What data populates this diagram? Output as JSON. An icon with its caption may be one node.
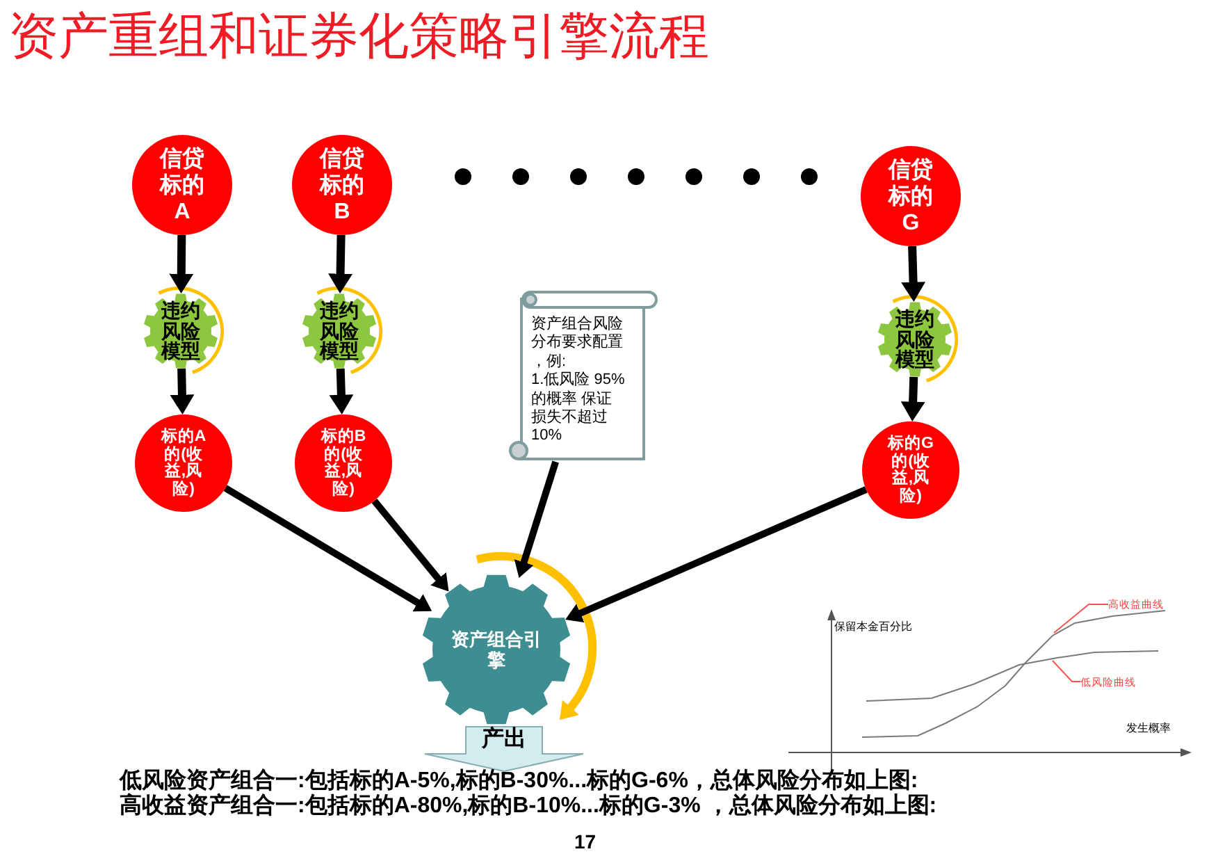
{
  "diagram": {
    "title": "资产重组和证券化策略引擎流程",
    "nodes": [
      {
        "text": [
          "信贷标的A"
        ]
      },
      {
        "text": [
          "信贷标的B"
        ]
      },
      {
        "text": [
          "信贷标的G"
        ]
      },
      {
        "text": [
          "违约风险模型"
        ]
      },
      {
        "text": [
          "违约风险模型"
        ]
      },
      {
        "text": [
          "违约风险模型"
        ]
      },
      {
        "text": [
          "标的A的(收益,风险)"
        ]
      },
      {
        "text": [
          "标的B的(收益,风险)"
        ]
      },
      {
        "text": [
          "标的G的(收益,风险)"
        ]
      },
      {
        "text": [
          "资产组合风险分布要求配置，例:",
          "1.低风险 95%的概率 保证损失不超过10%"
        ]
      },
      {
        "text": [
          "资产组合引擎"
        ]
      },
      {
        "text": [
          "产出"
        ]
      },
      {
        "text": [
          "高收益曲线"
        ]
      },
      {
        "text": [
          "低风险曲线"
        ]
      }
    ],
    "edges": [
      {
        "from": 0,
        "to": 3,
        "arrow": "to"
      },
      {
        "from": 3,
        "to": 6,
        "arrow": "to"
      },
      {
        "from": 1,
        "to": 4,
        "arrow": "to"
      },
      {
        "from": 4,
        "to": 7,
        "arrow": "to"
      },
      {
        "from": 2,
        "to": 5,
        "arrow": "to"
      },
      {
        "from": 5,
        "to": 8,
        "arrow": "to"
      },
      {
        "from": 6,
        "to": 10,
        "arrow": "to"
      },
      {
        "from": 7,
        "to": 10,
        "arrow": "to"
      },
      {
        "from": 9,
        "to": 10,
        "arrow": "to"
      },
      {
        "from": 8,
        "to": 10,
        "arrow": "to"
      },
      {
        "from": 12,
        "to": null,
        "arrow": "none",
        "color": "#ff5050"
      },
      {
        "from": 13,
        "to": null,
        "arrow": "none",
        "color": "#ff5050"
      }
    ],
    "labels": [
      "保留本金百分比",
      "发生概率",
      "低风险资产组合一:包括标的A-5%,标的B-30%...标的G-6%，总体风险分布如上图:",
      "高收益资产组合一:包括标的A-80%,标的B-10%...标的G-3% ，总体风险分布如上图:",
      "17"
    ]
  }
}
